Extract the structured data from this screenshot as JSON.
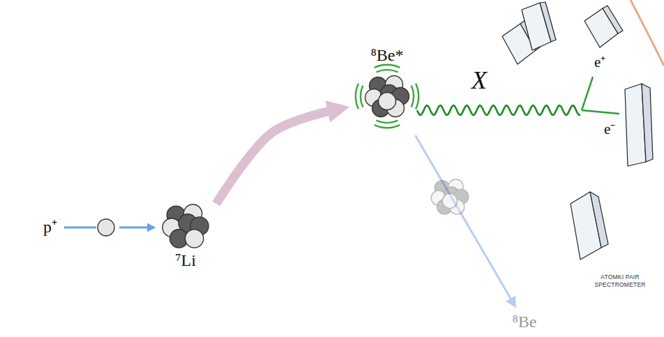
{
  "diagram": {
    "nodes": [
      {
        "text": [
          "p⁺"
        ]
      },
      {
        "text": [
          "⁷Li"
        ]
      },
      {
        "text": [
          "⁸Be*"
        ]
      },
      {
        "text": [
          "⁸Be"
        ]
      }
    ],
    "edges": [
      {
        "from": 0,
        "to": 1,
        "arrow": "to"
      },
      {
        "from": 1,
        "to": 2,
        "arrow": "to"
      },
      {
        "from": 2,
        "to": 3,
        "arrow": "to"
      }
    ],
    "labels": [
      "X",
      "e⁺",
      "e⁻",
      "ATOMKI PAIR SPECTROMETER"
    ]
  }
}
